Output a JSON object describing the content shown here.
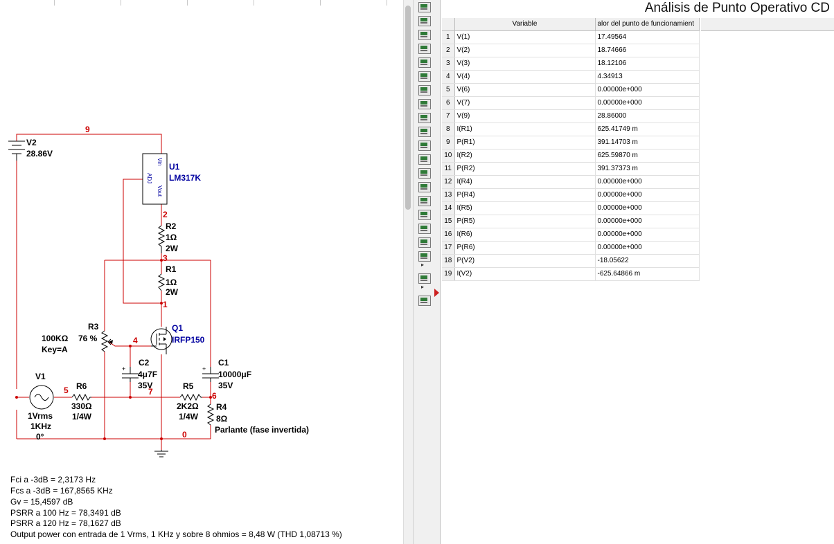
{
  "schematic": {
    "parts": {
      "v2": {
        "ref": "V2",
        "value": "28.86V"
      },
      "u1": {
        "ref": "U1",
        "value": "LM317K",
        "pin_adj": "ADJ",
        "pin_vin": "Vin",
        "pin_vout": "Vout"
      },
      "r2": {
        "ref": "R2",
        "value": "1Ω",
        "power": "2W"
      },
      "r1": {
        "ref": "R1",
        "value": "1Ω",
        "power": "2W"
      },
      "r3": {
        "ref": "R3",
        "value": "100KΩ",
        "percent": "76 %",
        "key": "Key=A"
      },
      "q1": {
        "ref": "Q1",
        "value": "IRFP150"
      },
      "c2": {
        "ref": "C2",
        "value": "4μ7F",
        "voltage": "35V"
      },
      "c1": {
        "ref": "C1",
        "value": "10000μF",
        "voltage": "35V"
      },
      "v1": {
        "ref": "V1",
        "amp": "1Vrms",
        "freq": "1KHz",
        "phase": "0°"
      },
      "r6": {
        "ref": "R6",
        "value": "330Ω",
        "power": "1/4W"
      },
      "r5": {
        "ref": "R5",
        "value": "2K2Ω",
        "power": "1/4W"
      },
      "r4": {
        "ref": "R4",
        "value": "8Ω",
        "desc": "Parlante (fase invertida)"
      }
    },
    "nodes": {
      "n9": "9",
      "n2": "2",
      "n3": "3",
      "n1": "1",
      "n4": "4",
      "n5": "5",
      "n7": "7",
      "n6": "6",
      "n0": "0"
    },
    "notes": [
      "Fci a -3dB = 2,3173 Hz",
      "Fcs a -3dB = 167,8565 KHz",
      "Gv = 15,4597 dB",
      "PSRR a 100 Hz = 78,3491 dB",
      "PSRR a 120 Hz = 78,1627 dB",
      "Output power con entrada de 1 Vrms, 1 KHz y sobre 8 ohmios = 8,48 W (THD 1,08713 %)"
    ],
    "colors": {
      "wire": "#cc0000",
      "part": "#000000",
      "label": "#0000a0",
      "node": "#cc0000"
    }
  },
  "results": {
    "title": "Análisis de Punto Operativo CD",
    "columns": {
      "variable": "Variable",
      "value": "alor del punto de funcionamient"
    },
    "rows": [
      {
        "i": "1",
        "v": "V(1)",
        "val": "17.49564"
      },
      {
        "i": "2",
        "v": "V(2)",
        "val": "18.74666"
      },
      {
        "i": "3",
        "v": "V(3)",
        "val": "18.12106"
      },
      {
        "i": "4",
        "v": "V(4)",
        "val": "4.34913"
      },
      {
        "i": "5",
        "v": "V(6)",
        "val": "0.00000e+000"
      },
      {
        "i": "6",
        "v": "V(7)",
        "val": "0.00000e+000"
      },
      {
        "i": "7",
        "v": "V(9)",
        "val": "28.86000"
      },
      {
        "i": "8",
        "v": "I(R1)",
        "val": "625.41749 m"
      },
      {
        "i": "9",
        "v": "P(R1)",
        "val": "391.14703 m"
      },
      {
        "i": "10",
        "v": "I(R2)",
        "val": "625.59870 m"
      },
      {
        "i": "11",
        "v": "P(R2)",
        "val": "391.37373 m"
      },
      {
        "i": "12",
        "v": "I(R4)",
        "val": "0.00000e+000"
      },
      {
        "i": "13",
        "v": "P(R4)",
        "val": "0.00000e+000"
      },
      {
        "i": "14",
        "v": "I(R5)",
        "val": "0.00000e+000"
      },
      {
        "i": "15",
        "v": "P(R5)",
        "val": "0.00000e+000"
      },
      {
        "i": "16",
        "v": "I(R6)",
        "val": "0.00000e+000"
      },
      {
        "i": "17",
        "v": "P(R6)",
        "val": "0.00000e+000"
      },
      {
        "i": "18",
        "v": "P(V2)",
        "val": "-18.05622"
      },
      {
        "i": "19",
        "v": "I(V2)",
        "val": "-625.64866 m"
      }
    ]
  },
  "instrument_toolbar": {
    "icons": [
      "multimeter-icon",
      "function-generator-icon",
      "wattmeter-icon",
      "oscilloscope-icon",
      "four-channel-oscilloscope-icon",
      "bode-plotter-icon",
      "frequency-counter-icon",
      "word-generator-icon",
      "logic-converter-icon",
      "logic-analyzer-icon",
      "iv-analyzer-icon",
      "distortion-analyzer-icon",
      "spectrum-analyzer-icon",
      "network-analyzer-icon",
      "agilent-function-generator-icon",
      "agilent-multimeter-icon",
      "agilent-oscilloscope-icon",
      "tektronix-oscilloscope-icon",
      "labview-instrument-icon",
      "current-probe-icon",
      "measurement-probe-icon"
    ]
  }
}
